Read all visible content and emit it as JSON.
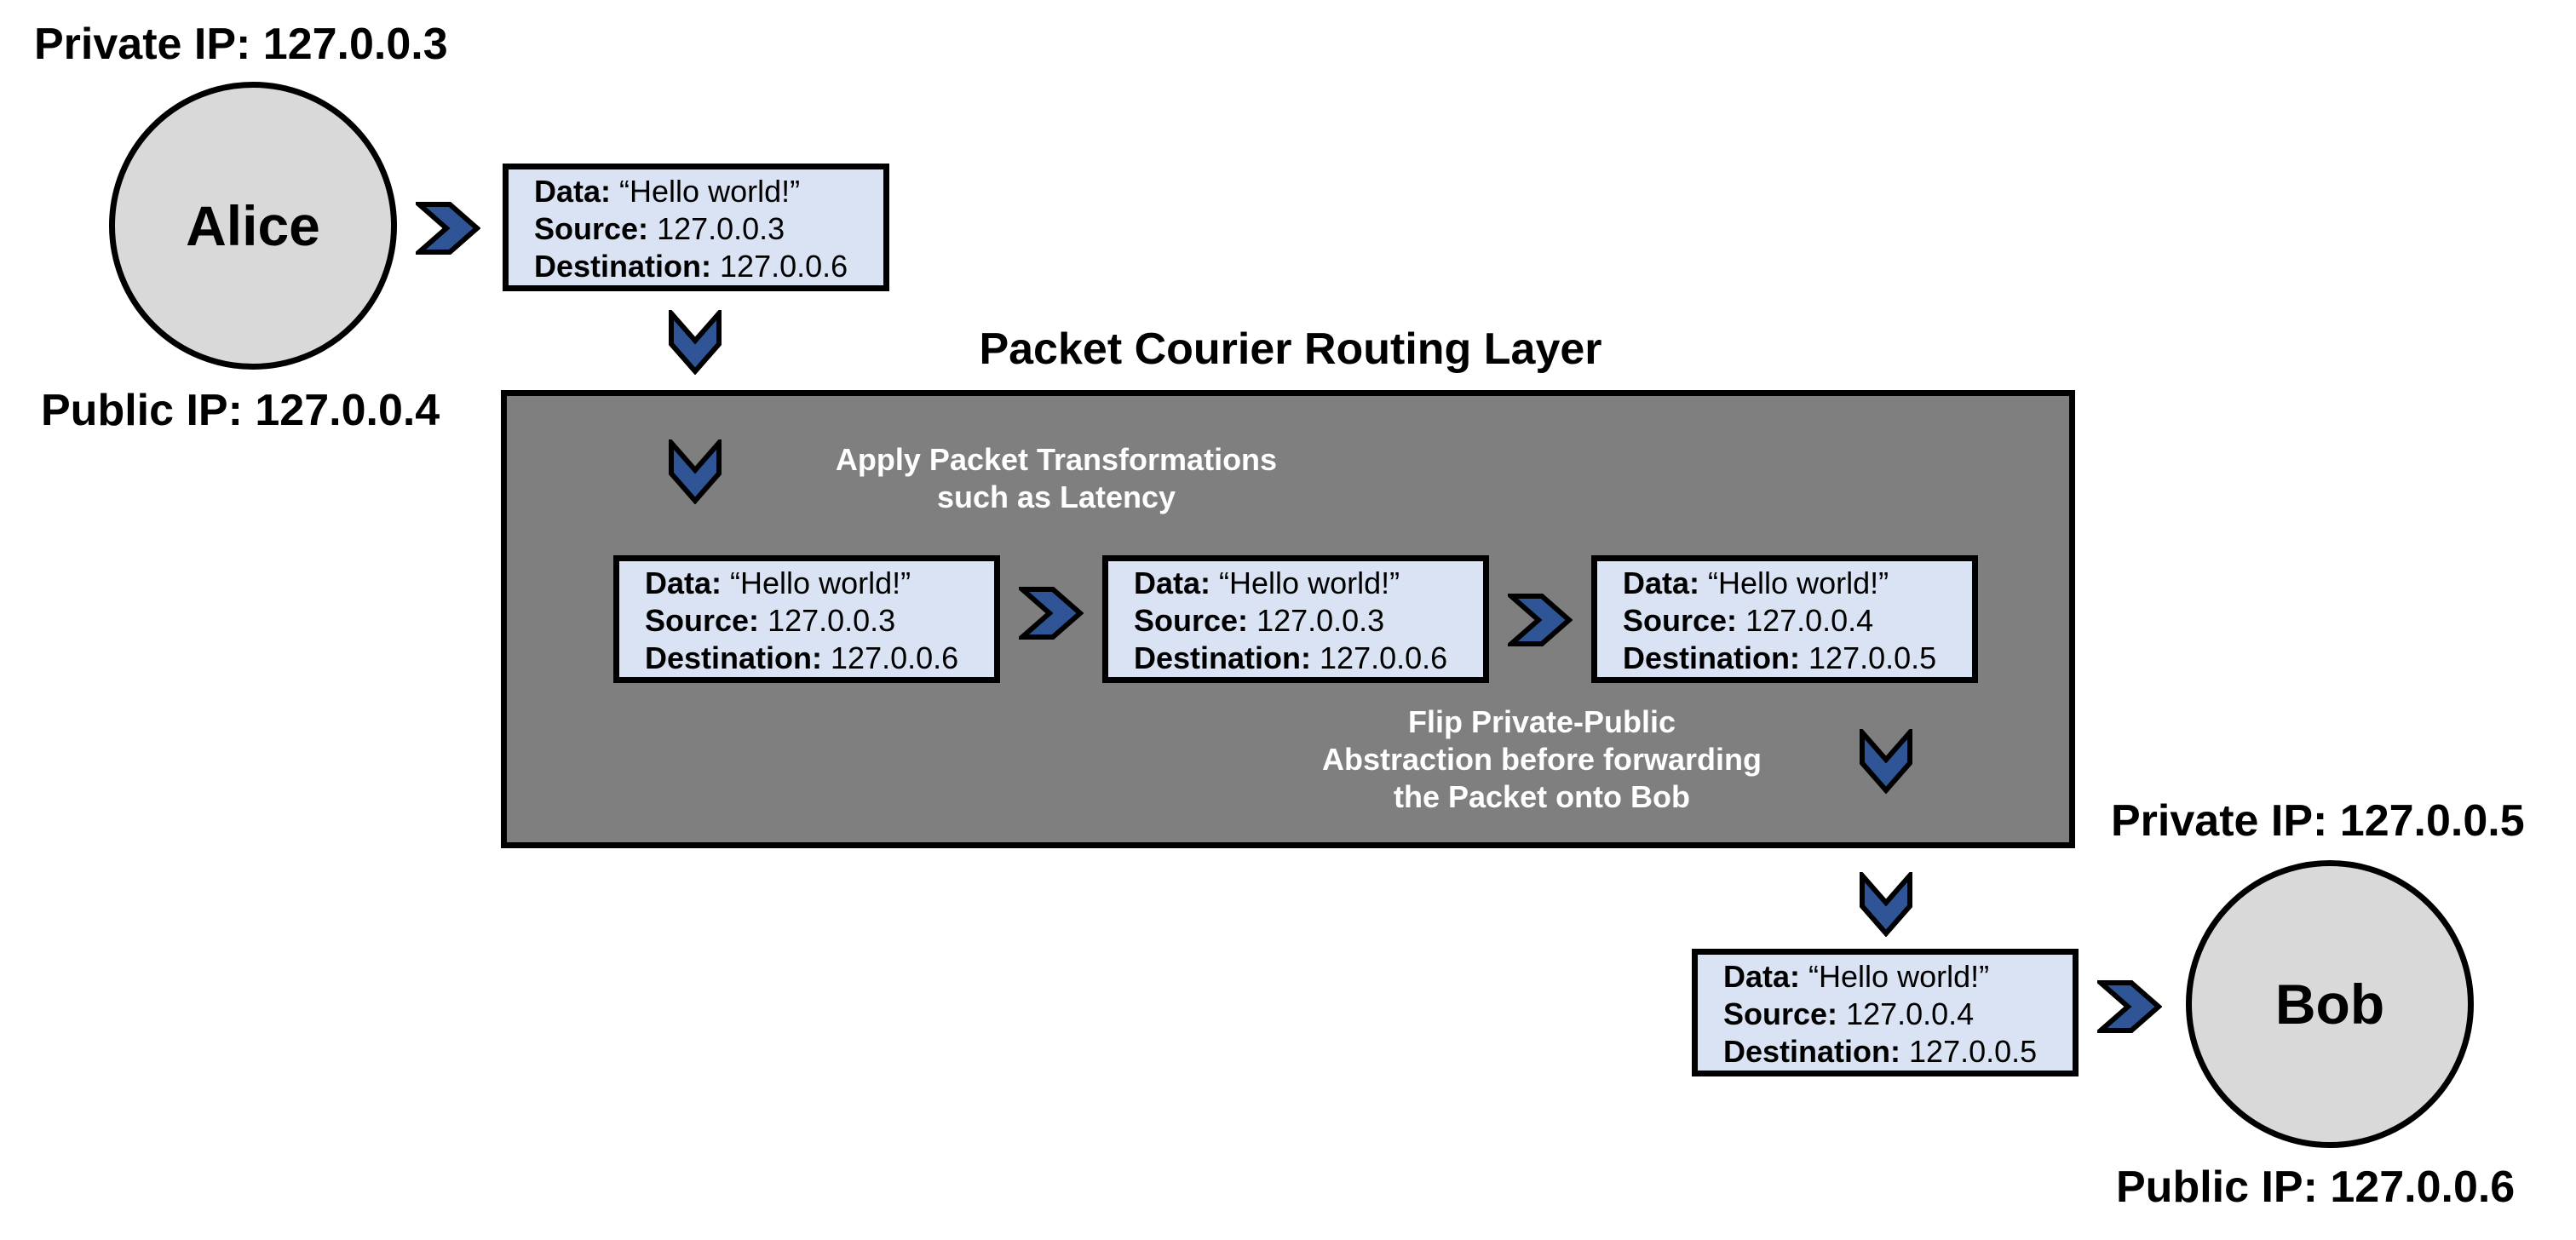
{
  "colors": {
    "node_fill": "#d9d9d9",
    "packet_fill": "#dae3f3",
    "layer_fill": "#7f7f7f",
    "arrow_fill": "#2f5597",
    "outline": "#000000",
    "note_text": "#ffffff"
  },
  "alice": {
    "name": "Alice",
    "private_ip": "Private IP: 127.0.0.3",
    "public_ip": "Public IP: 127.0.0.4"
  },
  "bob": {
    "name": "Bob",
    "private_ip": "Private IP: 127.0.0.5",
    "public_ip": "Public IP: 127.0.0.6"
  },
  "field_labels": {
    "data": "Data:",
    "source": "Source:",
    "destination": "Destination:"
  },
  "packets": [
    {
      "data": "“Hello world!”",
      "source": "127.0.0.3",
      "destination": "127.0.0.6"
    },
    {
      "data": "“Hello world!”",
      "source": "127.0.0.3",
      "destination": "127.0.0.6"
    },
    {
      "data": "“Hello world!”",
      "source": "127.0.0.3",
      "destination": "127.0.0.6"
    },
    {
      "data": "“Hello world!”",
      "source": "127.0.0.4",
      "destination": "127.0.0.5"
    },
    {
      "data": "“Hello world!”",
      "source": "127.0.0.4",
      "destination": "127.0.0.5"
    }
  ],
  "routing_layer": {
    "title": "Packet Courier Routing Layer",
    "note_transform": [
      "Apply Packet Transformations",
      "such as Latency"
    ],
    "note_flip": [
      "Flip Private-Public",
      "Abstraction before forwarding",
      "the Packet onto Bob"
    ]
  },
  "icons": {
    "right_arrow": "chevron-right-icon",
    "down_arrow": "chevron-down-icon"
  }
}
